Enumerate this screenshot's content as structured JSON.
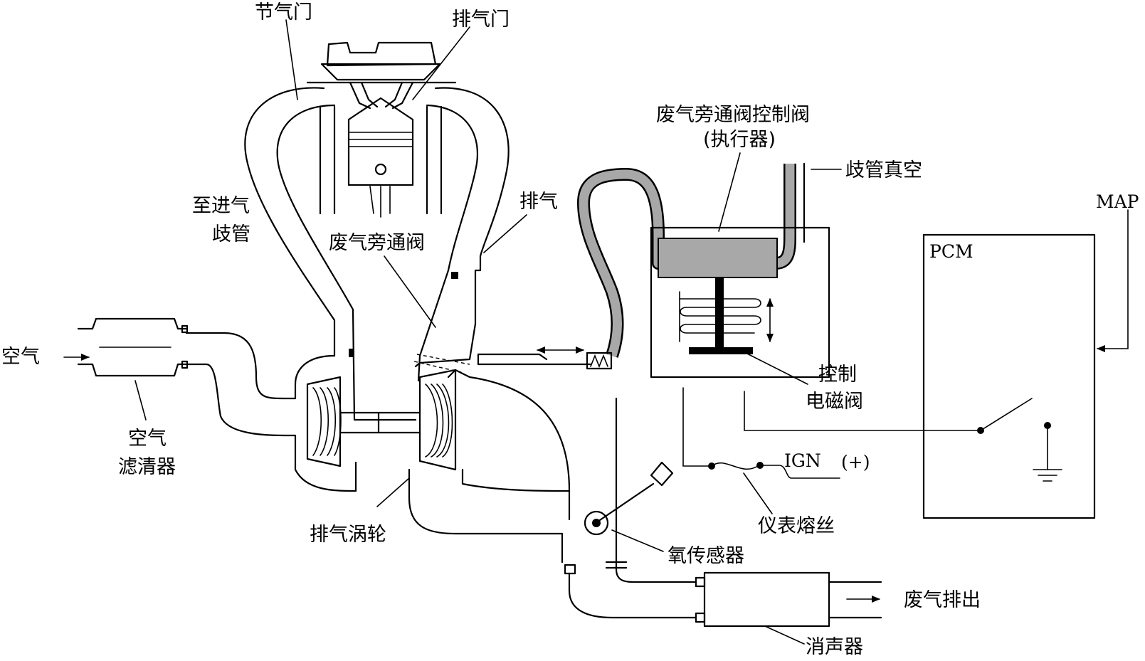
{
  "labels": {
    "throttle": "节气门",
    "exhaust_valve": "排气门",
    "to_intake_manifold_1": "至进气",
    "to_intake_manifold_2": "歧管",
    "exhaust": "排气",
    "wastegate": "废气旁通阀",
    "air": "空气",
    "air_cleaner_1": "空气",
    "air_cleaner_2": "滤清器",
    "exhaust_turbine": "排气涡轮",
    "wastegate_control_valve_1": "废气旁通阀控制阀",
    "wastegate_control_valve_2": "(执行器)",
    "manifold_vacuum": "歧管真空",
    "control_solenoid_1": "控制",
    "control_solenoid_2": "电磁阀",
    "map": "MAP",
    "pcm": "PCM",
    "ign": "IGN",
    "ign_plus": "(+)",
    "gauge_fuse": "仪表熔丝",
    "oxygen_sensor": "氧传感器",
    "exhaust_out": "废气排出",
    "muffler": "消声器"
  }
}
